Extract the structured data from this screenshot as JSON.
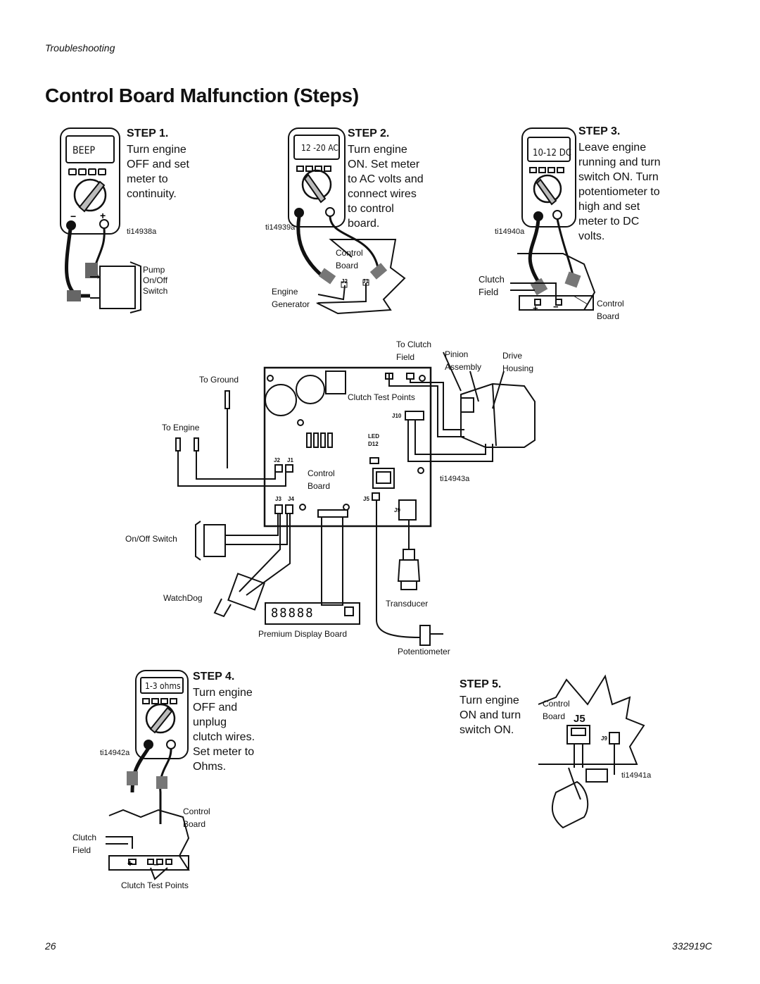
{
  "header": {
    "section": "Troubleshooting",
    "title": "Control Board Malfunction (Steps)"
  },
  "steps": [
    {
      "heading": "STEP 1.",
      "text": "Turn engine\nOFF and set\nmeter to\ncontinuity.",
      "meter_display": "BEEP",
      "figure_id": "ti14938a",
      "labels": {
        "switch": "Pump\nOn/Off\nSwitch"
      }
    },
    {
      "heading": "STEP 2.",
      "text": "Turn engine\nON. Set meter\nto AC volts and\nconnect wires\nto control\nboard.",
      "meter_display": "12 -20 AC",
      "figure_id": "ti14939a",
      "labels": {
        "board": "Control\nBoard",
        "generator": "Engine\nGenerator",
        "j2": "J2",
        "j1": "J1"
      }
    },
    {
      "heading": "STEP 3.",
      "text": "Leave engine\nrunning and turn\nswitch ON. Turn\npotentiometer to\nhigh and set\nmeter to DC\nvolts.",
      "meter_display": "10-12 DC",
      "figure_id": "ti14940a",
      "labels": {
        "clutch": "Clutch\nField",
        "board": "Control\nBoard"
      }
    },
    {
      "heading": "STEP 4.",
      "text": "Turn engine\nOFF and\nunplug\nclutch wires.\nSet meter to\nOhms.",
      "meter_display": "1-3 ohms",
      "figure_id": "ti14942a",
      "labels": {
        "board": "Control\nBoard",
        "clutch": "Clutch\nField",
        "test_points": "Clutch Test Points"
      }
    },
    {
      "heading": "STEP 5.",
      "text": "Turn engine\nON and turn\nswitch ON.",
      "figure_id": "ti14941a",
      "labels": {
        "board": "Control\nBoard",
        "j5": "J5",
        "j9": "J9"
      }
    }
  ],
  "main_diagram": {
    "figure_id": "ti14943a",
    "labels": {
      "to_clutch_field": "To Clutch\nField",
      "pinion_assembly": "Pinion\nAssembly",
      "drive_housing": "Drive\nHousing",
      "to_ground": "To Ground",
      "to_engine": "To Engine",
      "clutch_test_points": "Clutch Test Points",
      "j10": "J10",
      "led": "LED",
      "d12": "D12",
      "j2": "J2",
      "j1": "J1",
      "control_board": "Control\nBoard",
      "j3": "J3",
      "j4": "J4",
      "j5": "J5",
      "j9": "J9",
      "on_off_switch": "On/Off Switch",
      "watchdog": "WatchDog",
      "transducer": "Transducer",
      "display_digits": "88888",
      "premium_display_board": "Premium Display Board",
      "potentiometer": "Potentiometer"
    }
  },
  "footer": {
    "page": "26",
    "doc": "332919C"
  }
}
